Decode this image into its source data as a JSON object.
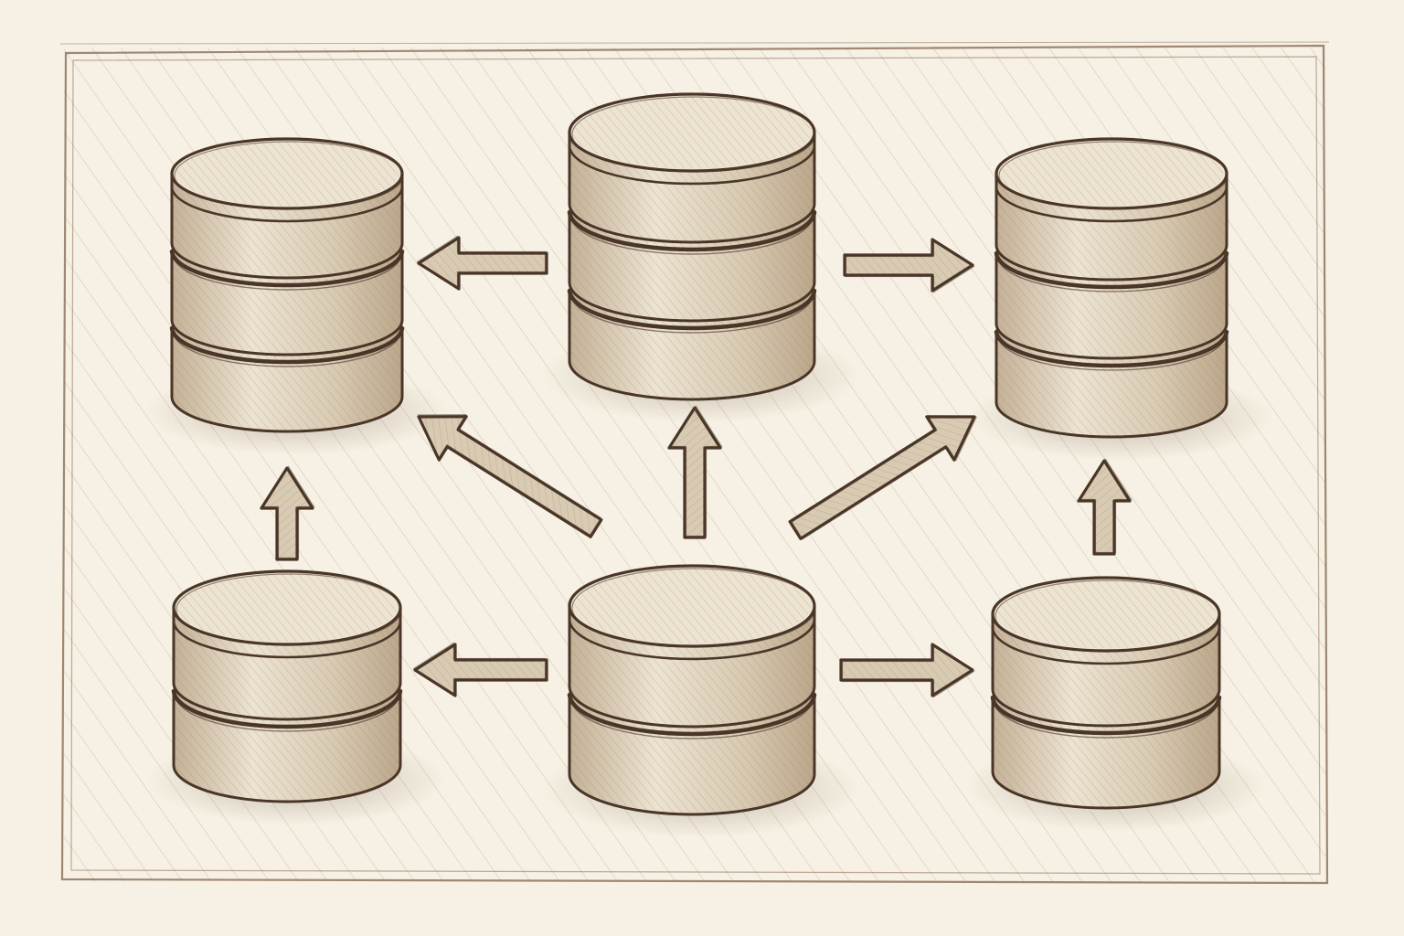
{
  "colors": {
    "paper": "#f6f1e4",
    "ink": "#4a3628",
    "hatch": "#b59f86",
    "fill_light": "#ece3d1",
    "fill_mid": "#d9cbb3",
    "fill_dark": "#c4b197"
  },
  "diagram": {
    "style": "pencil-sketch",
    "nodes": [
      {
        "id": "db-top-left",
        "tiers": 3
      },
      {
        "id": "db-top-center",
        "tiers": 3
      },
      {
        "id": "db-top-right",
        "tiers": 3
      },
      {
        "id": "db-bottom-left",
        "tiers": 2
      },
      {
        "id": "db-bottom-center",
        "tiers": 2
      },
      {
        "id": "db-bottom-right",
        "tiers": 2
      }
    ],
    "edges": [
      {
        "from": "db-top-center",
        "to": "db-top-left"
      },
      {
        "from": "db-top-center",
        "to": "db-top-right"
      },
      {
        "from": "db-bottom-center",
        "to": "db-top-left"
      },
      {
        "from": "db-bottom-center",
        "to": "db-top-center"
      },
      {
        "from": "db-bottom-center",
        "to": "db-top-right"
      },
      {
        "from": "db-bottom-left",
        "to": "db-top-left"
      },
      {
        "from": "db-bottom-right",
        "to": "db-top-right"
      },
      {
        "from": "db-bottom-center",
        "to": "db-bottom-left"
      },
      {
        "from": "db-bottom-center",
        "to": "db-bottom-right"
      }
    ]
  }
}
